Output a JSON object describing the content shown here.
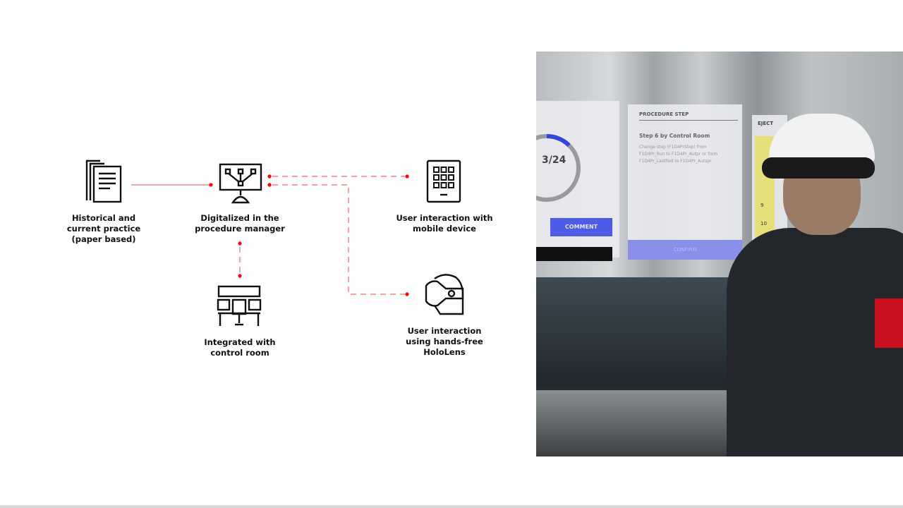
{
  "diagram": {
    "nodes": [
      {
        "id": "paper",
        "label_lines": [
          "Historical and",
          "current practice",
          "(paper based)"
        ],
        "icon": "paper-documents-icon"
      },
      {
        "id": "digital",
        "label_lines": [
          "Digitalized in the",
          "procedure manager"
        ],
        "icon": "monitor-network-icon"
      },
      {
        "id": "control",
        "label_lines": [
          "Integrated with",
          "control room"
        ],
        "icon": "control-room-icon"
      },
      {
        "id": "mobile",
        "label_lines": [
          "User interaction with",
          "mobile device"
        ],
        "icon": "tablet-icon"
      },
      {
        "id": "hololens",
        "label_lines": [
          "User interaction",
          "using hands-free",
          "HoloLens"
        ],
        "icon": "vr-headset-icon"
      }
    ],
    "accent_color": "#ff000f"
  },
  "photo": {
    "progress_label": "3/24",
    "progress_fraction": 0.125,
    "comment_button": "COMMENT",
    "panel_title": "PROCEDURE STEP",
    "step_title": "Step 6 by Control Room",
    "step_text": "Change step (F1D4PrStep) from F1D4Pr_Run to F1D4Pr_Autpr or from F1D4Pr_Lastfied to F1D4Pr_Autspr",
    "confirm_button": "CONFIRM",
    "side_panel_title": "EJECT",
    "side_items": [
      "9",
      "10"
    ]
  }
}
